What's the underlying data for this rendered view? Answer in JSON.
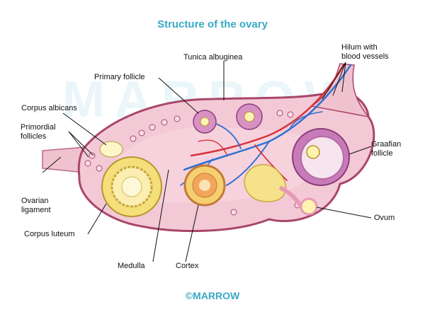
{
  "title": "Structure of the ovary",
  "watermark": "MARROW",
  "footer": "©MARROW",
  "labels": {
    "tunica": "Tunica albuginea",
    "hilum": [
      "Hilum with",
      "blood vessels"
    ],
    "primary": "Primary follicle",
    "albicans": "Corpus albicans",
    "primordial": [
      "Primordial",
      "follicles"
    ],
    "graafian": [
      "Graafian",
      "follicle"
    ],
    "ligament": [
      "Ovarian",
      "ligament"
    ],
    "luteum": "Corpus luteum",
    "ovum": "Ovum",
    "medulla": "Medulla",
    "cortex": "Cortex"
  },
  "colors": {
    "accent": "#39a9c7",
    "ovary_outline": "#a9466a",
    "tissue": "#f3c9d6",
    "vessel_blue": "#2e6fd0",
    "vessel_red": "#d8323a"
  }
}
